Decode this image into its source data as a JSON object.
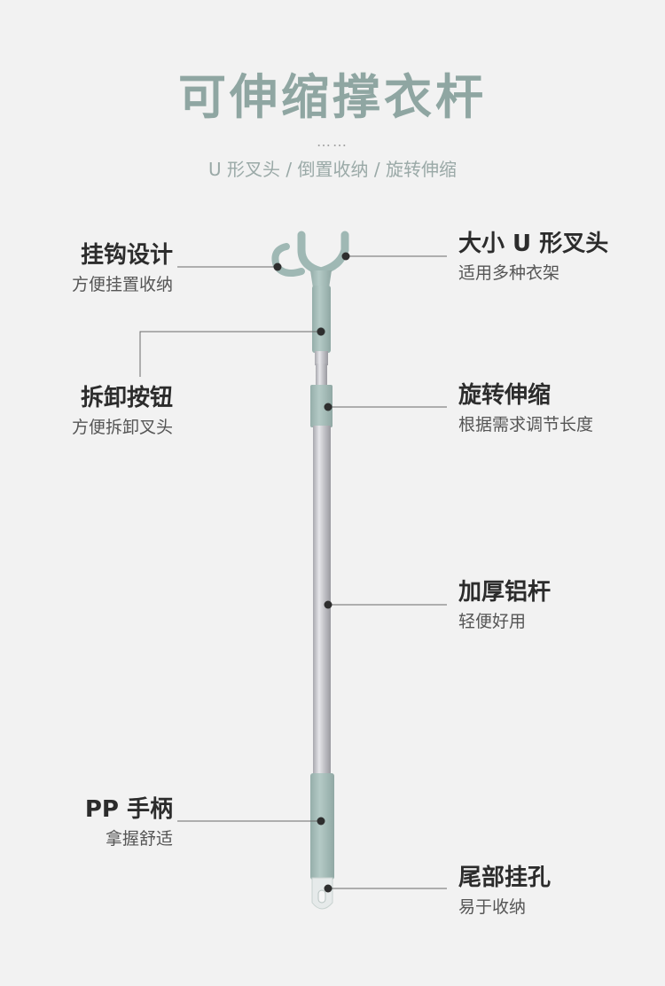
{
  "header": {
    "title": "可伸缩撑衣杆",
    "dots": "……",
    "subtitle": "U 形叉头 / 倒置收纳 / 旋转伸缩"
  },
  "features": [
    {
      "title": "挂钩设计",
      "desc": "方便挂置收纳"
    },
    {
      "title": "拆卸按钮",
      "desc": "方便拆卸叉头"
    },
    {
      "title": "PP 手柄",
      "desc": "拿握舒适"
    },
    {
      "title": "大小 U 形叉头",
      "desc": "适用多种衣架"
    },
    {
      "title": "旋转伸缩",
      "desc": "根据需求调节长度"
    },
    {
      "title": "加厚铝杆",
      "desc": "轻便好用"
    },
    {
      "title": "尾部挂孔",
      "desc": "易于收纳"
    }
  ],
  "colors": {
    "title": "#8fa6a2",
    "handle": "#a9c0bc",
    "aluminum": "#c8c8cc",
    "background": "#f2f2f2"
  }
}
